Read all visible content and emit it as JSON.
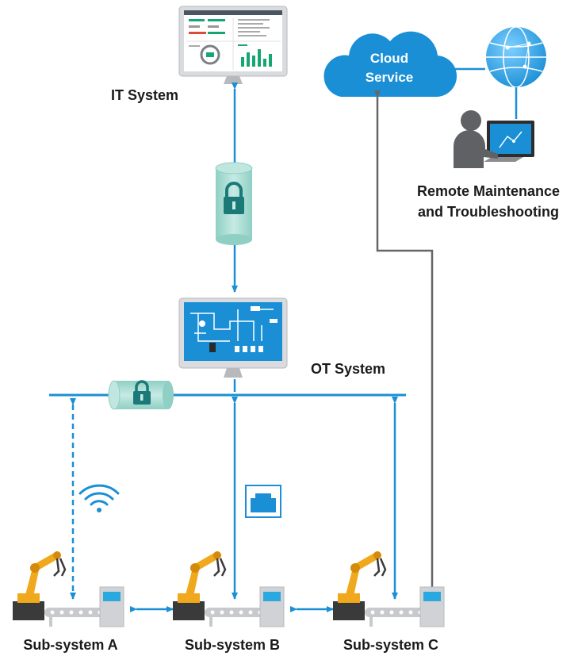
{
  "labels": {
    "it_system": "IT System",
    "ot_system": "OT System",
    "cloud_line1": "Cloud",
    "cloud_line2": "Service",
    "remote_line1": "Remote Maintenance",
    "remote_line2": "and Troubleshooting",
    "sub_a": "Sub-system A",
    "sub_b": "Sub-system B",
    "sub_c": "Sub-system C"
  },
  "colors": {
    "blue": "#1a8fd6",
    "cloud": "#1a8fd6",
    "gray_link": "#666666",
    "secure_tube": "#a8dcd2",
    "lock": "#1b7a78",
    "robot": "#f0a81c",
    "machine": "#c7c9cc"
  },
  "icons": [
    "it-monitor-icon",
    "ot-monitor-icon",
    "cloud-icon",
    "globe-icon",
    "technician-icon",
    "lock-icon",
    "wifi-icon",
    "ethernet-port-icon",
    "robot-arm-icon",
    "conveyor-icon"
  ]
}
